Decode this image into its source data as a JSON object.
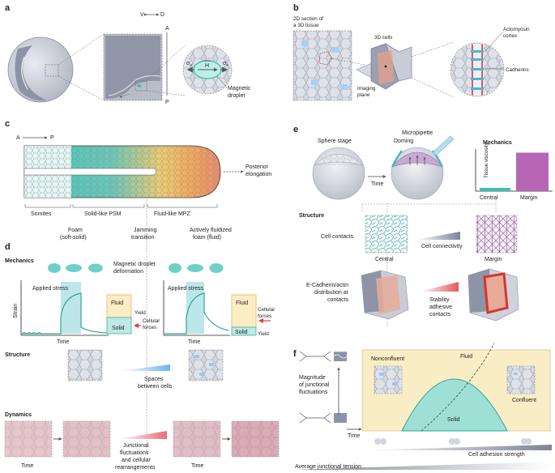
{
  "panel_a": {
    "label": "a",
    "axis_v": "V",
    "axis_d": "D",
    "axis_a": "A",
    "axis_p": "P",
    "sigma_left": "σ",
    "sigma_right": "σ",
    "sigma_sub": "a",
    "field_symbol": "H",
    "droplet_label_1": "Magnetic",
    "droplet_label_2": "droplet"
  },
  "panel_b": {
    "label": "b",
    "section_1": "2D section of",
    "section_2": "a 3D tissue",
    "cells_3d": "3D cells",
    "plane_1": "Imaging",
    "plane_2": "plane",
    "actomyosin_1": "Actomyosin",
    "actomyosin_2": "cortex",
    "cadherins": "Cadherins"
  },
  "panel_c": {
    "label": "c",
    "axis_a": "A",
    "axis_p": "P",
    "posterior_1": "Posterior",
    "posterior_2": "elongation",
    "region_somites": "Somites",
    "region_psm": "Solid-like PSM",
    "region_mpz": "Fluid-like MPZ",
    "state_foam_1": "Foam",
    "state_foam_2": "(soft-solid)",
    "state_jam_1": "Jamming",
    "state_jam_2": "transition",
    "state_act_1": "Actively fluidized",
    "state_act_2": "foam (fluid)"
  },
  "panel_d": {
    "label": "d",
    "mechanics": "Mechanics",
    "deform_1": "Magnetic droplet",
    "deform_2": "deformation",
    "applied_stress": "Applied stress",
    "strain": "Strain",
    "time": "Time",
    "fluid": "Fluid",
    "solid": "Solid",
    "yield": "Yield",
    "cell_forces_1": "Cellular",
    "cell_forces_2": "forces",
    "structure": "Structure",
    "spaces_1": "Spaces",
    "spaces_2": "between cells",
    "dynamics": "Dynamics",
    "junc_1": "Junctional",
    "junc_2": "fluctuations",
    "junc_3": "and cellular",
    "junc_4": "rearrangements"
  },
  "panel_e": {
    "label": "e",
    "sphere_stage": "Sphere stage",
    "micropipette": "Micropipette",
    "doming": "Doming",
    "time": "Time",
    "mechanics": "Mechanics",
    "viscosity": "Tissue viscosity",
    "central": "Central",
    "margin": "Margin",
    "structure": "Structure",
    "cell_contacts": "Cell contacts",
    "connectivity": "Cell connectivity",
    "ecad_1": "E-Cadherin/actin",
    "ecad_2": "distribution at",
    "ecad_3": "contacts",
    "stability_1": "Stability",
    "stability_2": "adhesive",
    "stability_3": "contacts"
  },
  "panel_f": {
    "label": "f",
    "magnitude_1": "Magnitude",
    "magnitude_2": "of junctional",
    "magnitude_3": "fluctuations",
    "time": "Time",
    "nonconfluent": "Nonconfluent",
    "fluid": "Fluid",
    "confluent": "Confluent",
    "solid": "Solid",
    "adhesion": "Cell adhesion strength",
    "tension": "Average junctional tension"
  },
  "colors": {
    "teal": "#3fbfb1",
    "pink": "#b666b4",
    "red": "#d9463a",
    "fluid_bg": "#f9edc5",
    "cell_gray": "#c9ccd5",
    "blue": "#9cc8ee"
  },
  "chart_data": {
    "type": "bar",
    "categories": [
      "Central",
      "Margin"
    ],
    "values": [
      0.08,
      0.95
    ],
    "ylabel": "Tissue viscosity"
  }
}
